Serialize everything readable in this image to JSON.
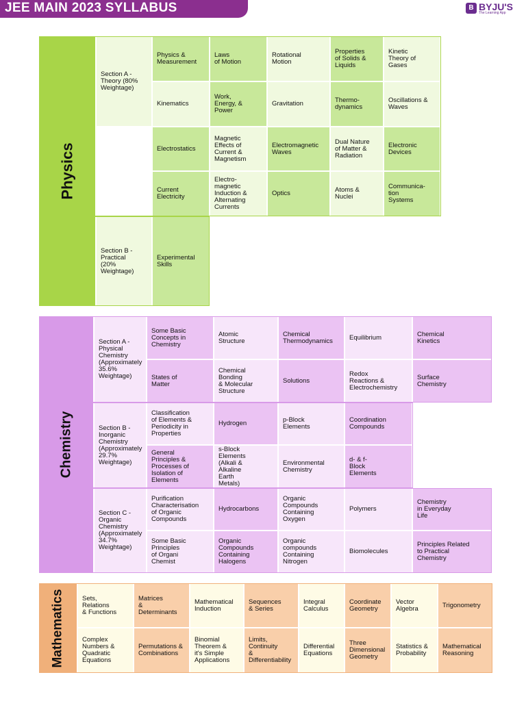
{
  "header": {
    "title": "JEE MAIN 2023 SYLLABUS",
    "brand": "BYJU'S",
    "tagline": "The Learning App",
    "logo_mark": "B"
  },
  "colors": {
    "banner": "#8b2f8f",
    "physics_dark": "#a8d548",
    "physics_mid": "#c8e89a",
    "physics_light": "#f0f9df",
    "chem_dark": "#d89ae8",
    "chem_mid": "#ebc3f3",
    "chem_light": "#f7e6fa",
    "math_dark": "#f0b07a",
    "math_mid": "#f9cfaa",
    "math_light": "#fefbe6"
  },
  "physics": {
    "label": "Physics",
    "section_a": "Section A -\nTheory (80%\nWeightage)",
    "section_b": "Section B -\nPractical\n(20%\nWeightage)",
    "rows": [
      [
        "Physics &\nMeasurement",
        "Laws\nof Motion",
        "Rotational\nMotion",
        "Properties\nof Solids &\nLiquids",
        "Kinetic\nTheory of\nGases"
      ],
      [
        "Kinematics",
        "Work,\nEnergy, &\nPower",
        "Gravitation",
        "Thermo-\ndynamics",
        "Oscillations &\nWaves"
      ],
      [
        "Electrostatics",
        "Magnetic\nEffects of\nCurrent &\nMagnetism",
        "Electromagnetic\nWaves",
        "Dual Nature\nof Matter &\nRadiation",
        "Electronic\nDevices"
      ],
      [
        "Current\nElectricity",
        "Electro-\nmagnetic\nInduction &\nAlternating\nCurrents",
        "Optics",
        "Atoms &\nNuclei",
        "Communica-\ntion\nSystems"
      ]
    ],
    "practical": "Experimental\nSkills"
  },
  "chemistry": {
    "label": "Chemistry",
    "section_a": "Section A -\nPhysical\nChemistry\n(Approximately\n35.6%\nWeightage)",
    "section_b": "Section B -\nInorganic\nChemistry\n(Approximately\n29.7%\nWeightage)",
    "section_c": "Section C -\nOrganic\nChemistry\n(Approximately\n34.7%\nWeightage)",
    "rows": [
      [
        "Some Basic\nConcepts in\nChemistry",
        "Atomic\nStructure",
        "Chemical\nThermodynamics",
        "Equilibrium",
        "Chemical\nKinetics"
      ],
      [
        "States of\nMatter",
        "Chemical\nBonding\n& Molecular\nStructure",
        "Solutions",
        "Redox\nReactions &\nElectrochemistry",
        "Surface\nChemistry"
      ],
      [
        "Classification\nof Elements &\nPeriodicity in\nProperties",
        "Hydrogen",
        "p-Block\nElements",
        "Coordination\nCompounds"
      ],
      [
        "General\nPrinciples &\nProcesses of\nIsolation of\nElements",
        "s-Block\nElements\n(Alkali &\nAlkaline\nEarth\nMetals)",
        "Environmental\nChemistry",
        "d- & f-\nBlock\nElements"
      ],
      [
        "Purification\nCharacterisation\nof Organic\nCompounds",
        "Hydrocarbons",
        "Organic\nCompounds\nContaining\nOxygen",
        "Polymers",
        "Chemistry\nin Everyday\nLife"
      ],
      [
        "Some Basic\nPrinciples\nof Organi\nChemist",
        "Organic\nCompounds\nContaining\nHalogens",
        "Organic\ncompounds\nContaining\nNitrogen",
        "Biomolecules",
        "Principles Related\nto Practical\nChemistry"
      ]
    ]
  },
  "mathematics": {
    "label": "Mathematics",
    "rows": [
      [
        "Sets,\nRelations\n& Functions",
        "Matrices\n&\nDeterminants",
        "Mathematical\nInduction",
        "Sequences\n& Series",
        "Integral\nCalculus",
        "Coordinate\nGeometry",
        "Vector\nAlgebra",
        "Trigonometry"
      ],
      [
        "Complex\nNumbers &\nQuadratic\nEquations",
        "Permutations &\nCombinations",
        "Binomial\nTheorem &\nit's Simple\nApplications",
        "Limits,\nContinuity\n&\nDifferentiability",
        "Differential\nEquations",
        "Three\nDimensional\nGeometry",
        "Statistics &\nProbability",
        "Mathematical\nReasoning"
      ]
    ]
  }
}
